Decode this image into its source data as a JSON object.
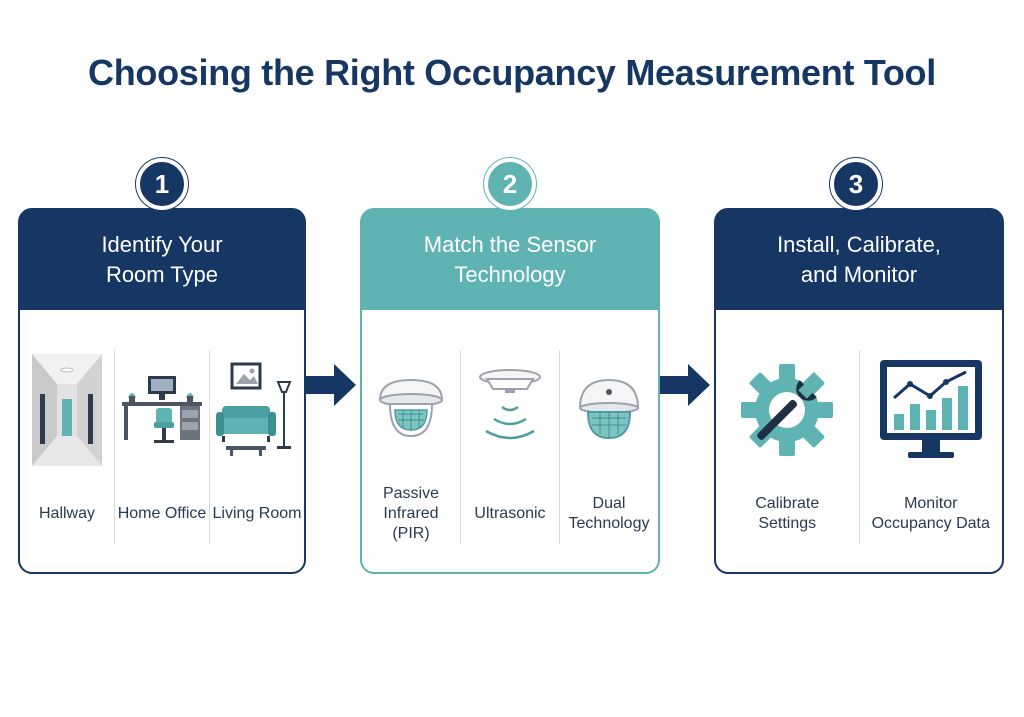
{
  "title": "Choosing the Right Occupancy Measurement Tool",
  "colors": {
    "navy": "#163664",
    "teal": "#5fb3b3"
  },
  "steps": [
    {
      "number": "1",
      "heading_line1": "Identify Your",
      "heading_line2": "Room Type",
      "items": [
        {
          "label": "Hallway",
          "icon": "hallway-icon"
        },
        {
          "label": "Home Office",
          "icon": "home-office-icon"
        },
        {
          "label": "Living Room",
          "icon": "living-room-icon"
        }
      ]
    },
    {
      "number": "2",
      "heading_line1": "Match the Sensor",
      "heading_line2": "Technology",
      "items": [
        {
          "label_line1": "Passive",
          "label_line2": "Infrared",
          "label_line3": "(PIR)",
          "icon": "pir-sensor-icon"
        },
        {
          "label": "Ultrasonic",
          "icon": "ultrasonic-sensor-icon"
        },
        {
          "label_line1": "Dual",
          "label_line2": "Technology",
          "icon": "dual-tech-sensor-icon"
        }
      ]
    },
    {
      "number": "3",
      "heading_line1": "Install, Calibrate,",
      "heading_line2": "and Monitor",
      "items": [
        {
          "label_line1": "Calibrate",
          "label_line2": "Settings",
          "icon": "gear-wrench-icon"
        },
        {
          "label_line1": "Monitor",
          "label_line2": "Occupancy Data",
          "icon": "monitor-chart-icon"
        }
      ]
    }
  ]
}
